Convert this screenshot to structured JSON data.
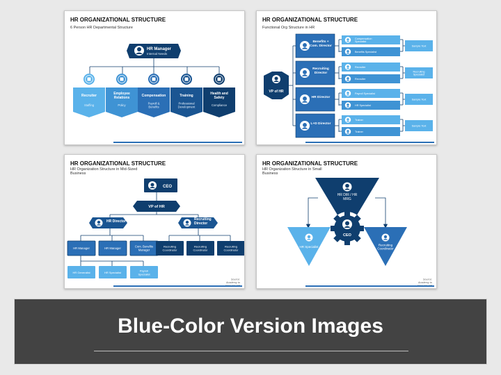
{
  "colors": {
    "navy": "#0f3e6e",
    "mid": "#2b6fb6",
    "light": "#5ab2ea",
    "pale": "#8fcdf3",
    "banner": "#434343"
  },
  "s1": {
    "title": "HR ORGANIZATIONAL STRUCTURE",
    "subtitle": "6 Person HR Departmental Structure",
    "top": {
      "name": "HR Manager",
      "sub": "Internal Needs"
    },
    "items": [
      {
        "name": "Recruiter",
        "sub": "Staffing",
        "icon": "recruiter-icon"
      },
      {
        "name": "Employee Relations",
        "sub": "Policy",
        "icon": "employee-relations-icon"
      },
      {
        "name": "Compensation",
        "sub": "Payroll & Benefits",
        "icon": "compensation-icon"
      },
      {
        "name": "Training",
        "sub": "Professional Development",
        "icon": "training-icon"
      },
      {
        "name": "Health and Safety",
        "sub": "Compliance",
        "icon": "health-safety-icon"
      }
    ]
  },
  "s2": {
    "title": "HR ORGANIZATIONAL STRUCTURE",
    "subtitle": "Functional Org Structure in HR",
    "root": "VP of HR",
    "directors": [
      {
        "name": "Benefits + Com. Director",
        "roles": [
          "Compensation Specialist",
          "Benefits Specialist"
        ],
        "side": "Sample Text"
      },
      {
        "name": "Recruiting Director",
        "roles": [
          "Recruiter",
          "Recruiter"
        ],
        "side": "Recruiting Specialist"
      },
      {
        "name": "HR Director",
        "roles": [
          "Payroll Specialist",
          "HR Specialist"
        ],
        "side": "Sample Text"
      },
      {
        "name": "L+D Director",
        "roles": [
          "Trainer",
          "Trainer"
        ],
        "side": "Sample Text"
      }
    ]
  },
  "s3": {
    "title": "HR ORGANIZATIONAL STRUCTURE",
    "subtitle": "HR Organization Structure in Mid-Sized Business",
    "ceo": "CEO",
    "vp": "VP of HR",
    "hr_director": "HR Director",
    "recruiting_director": "Recruiting Director",
    "managers": [
      "HR Manager",
      "HR Manager",
      "Com. Benefits Manager"
    ],
    "coordinators": [
      "Recruiting Coordinator",
      "Recruiting Coordinator",
      "Recruiting Coordinator"
    ],
    "specialists": [
      "HR Generalist",
      "HR Specialist",
      "Payroll Specialist"
    ],
    "source": "Source: Academy to Innovate HR"
  },
  "s4": {
    "title": "HR ORGANIZATIONAL STRUCTURE",
    "subtitle": "HR Organization Structure in Small Business",
    "top": "HR DIR / HR MRG",
    "center": "CEO",
    "left": "HR Specialist",
    "right": "Recruiting Coordinator",
    "source": "Source: Academy to Innovate HR"
  },
  "banner": {
    "title": "Blue-Color Version Images"
  }
}
